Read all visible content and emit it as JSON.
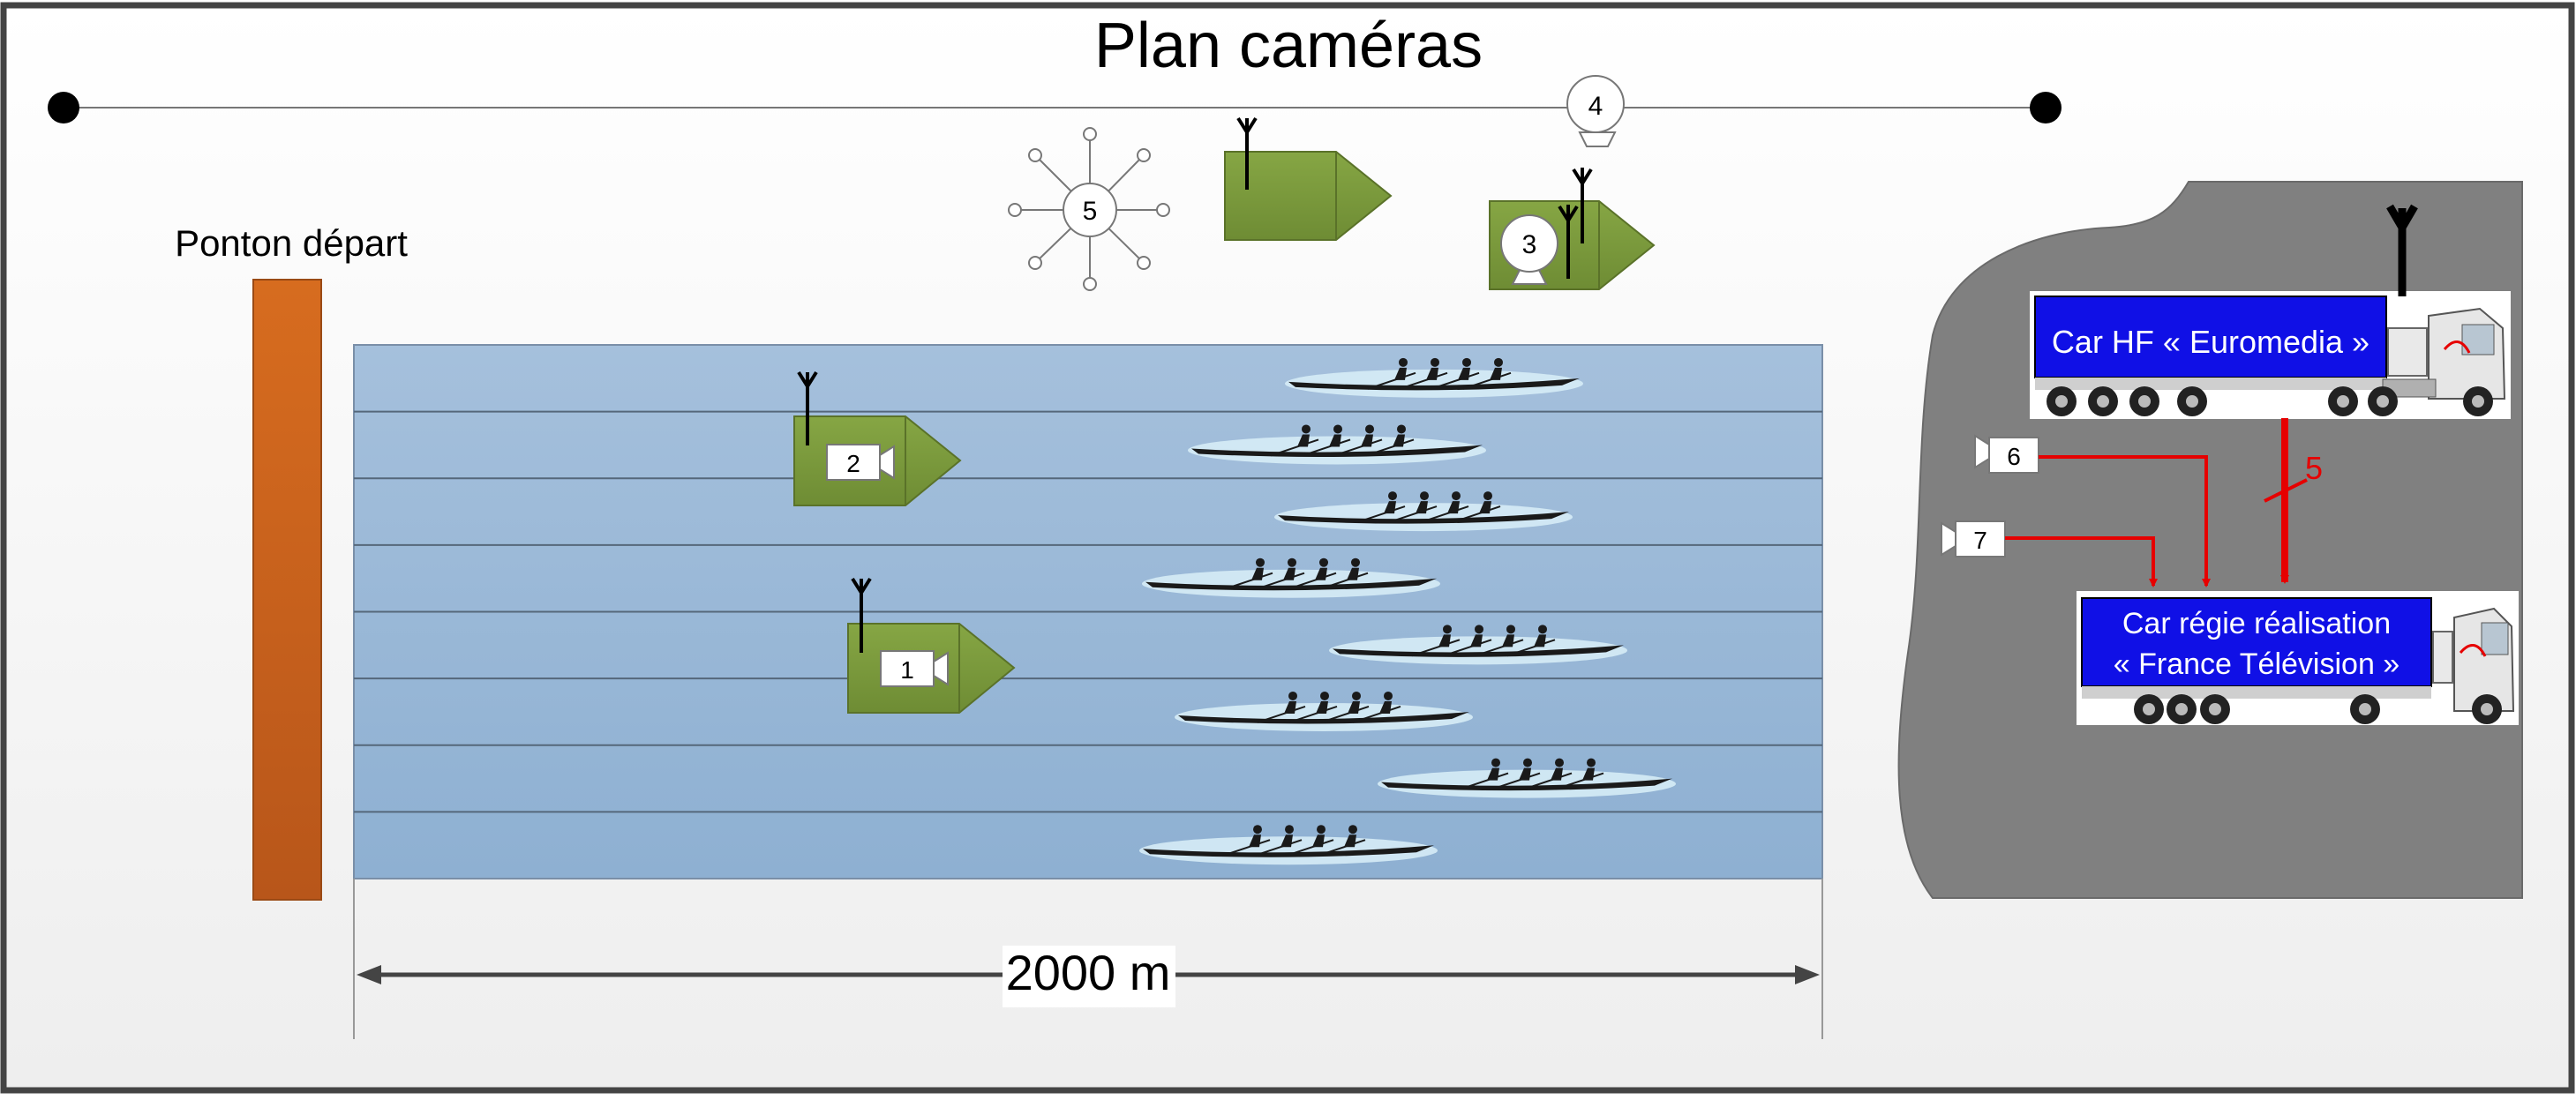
{
  "title": "Plan caméras",
  "start_label": "Ponton départ",
  "distance_label": "2000 m",
  "cameras": {
    "cam1": "1",
    "cam2": "2",
    "cam3": "3",
    "cam4": "4",
    "cam5": "5",
    "cam6": "6",
    "cam7": "7"
  },
  "trucks": {
    "hf": {
      "label": "Car HF « Euromedia »"
    },
    "regie": {
      "line1": "Car régie réalisation",
      "line2": "« France Télévision »"
    }
  },
  "link_label": "5",
  "lanes": 8,
  "colors": {
    "water": "#9ab8d6",
    "pontoon": "#c8601a",
    "boat_green": "#7a9a3a",
    "truck_blue": "#1010e6",
    "parking": "#808080",
    "signal": "#e60000"
  }
}
